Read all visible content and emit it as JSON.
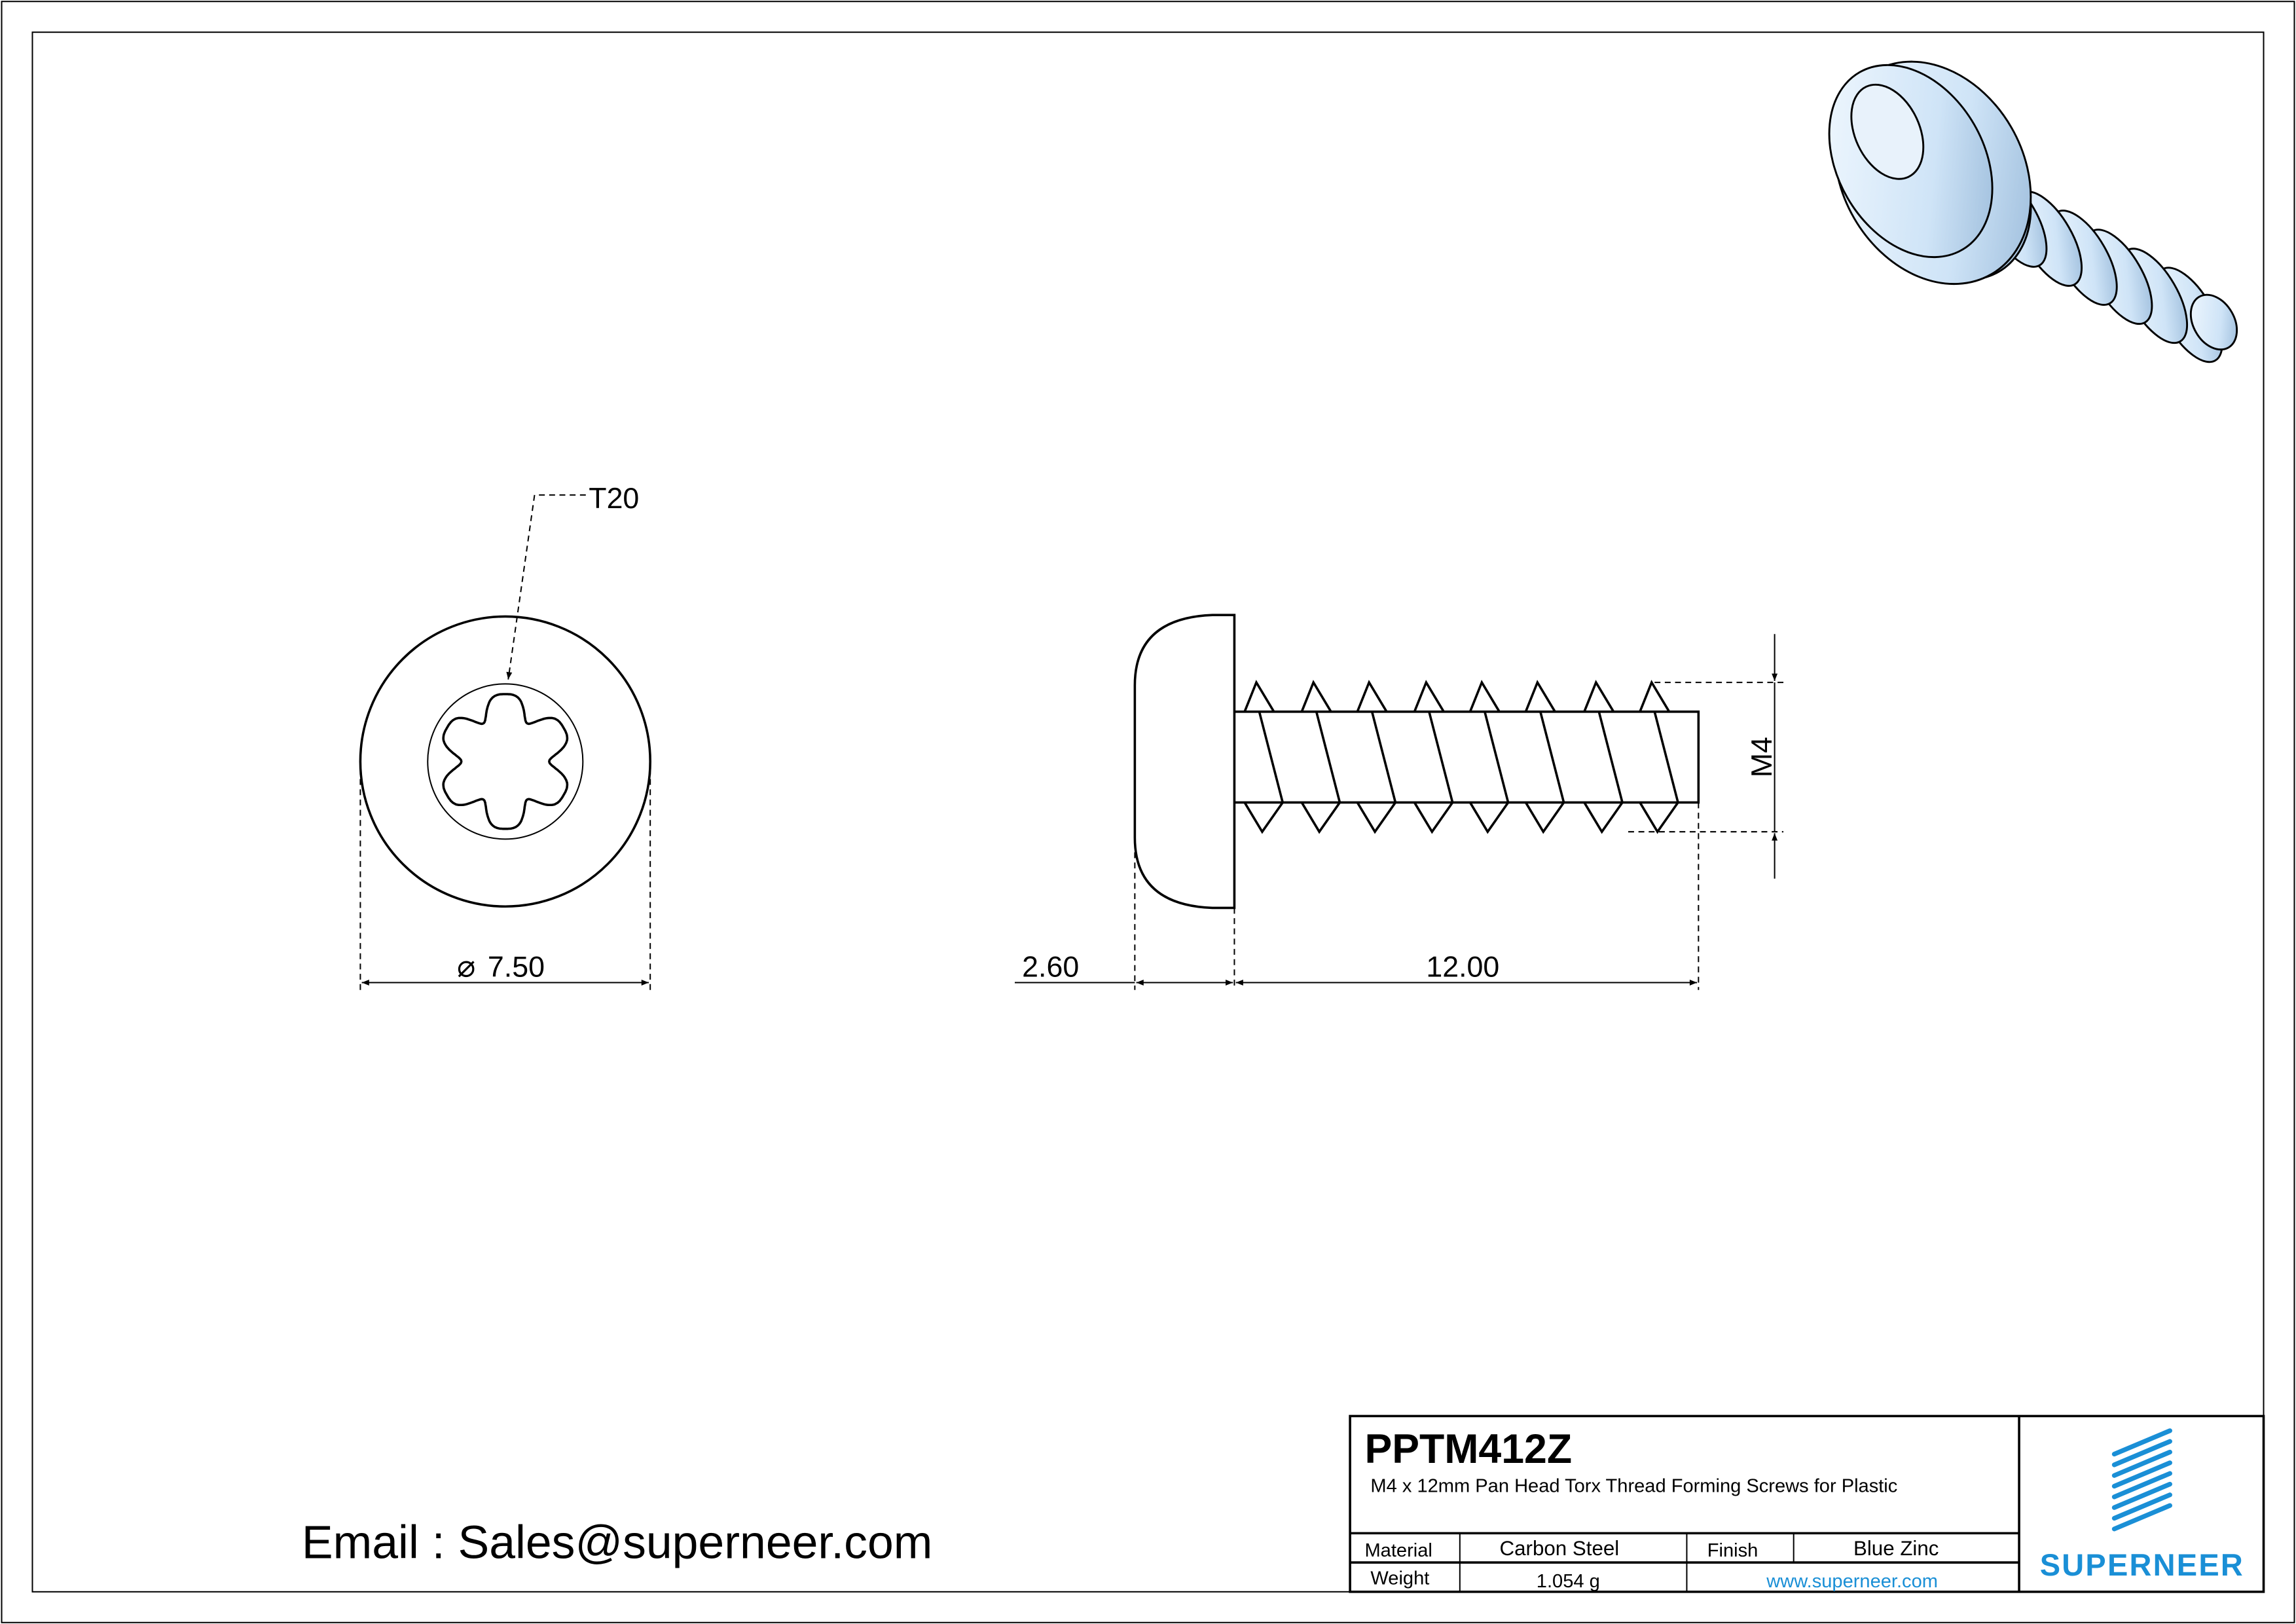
{
  "drawing": {
    "front_view": {
      "drive_label": "T20",
      "diameter_label": "7.50",
      "diameter_symbol": "⌀"
    },
    "side_view": {
      "head_height_label": "2.60",
      "length_label": "12.00",
      "thread_label": "M4"
    },
    "email": "Email : Sales@superneer.com"
  },
  "title_block": {
    "part_number": "PPTM412Z",
    "description": "M4 x 12mm Pan Head Torx Thread Forming Screws for Plastic",
    "material_label": "Material",
    "material_value": "Carbon Steel",
    "finish_label": "Finish",
    "finish_value": "Blue Zinc",
    "weight_label": "Weight",
    "weight_value": "1.054 g",
    "website": "www.superneer.com",
    "logo_text": "SUPERNEER"
  },
  "colors": {
    "brand": "#1a8fd6",
    "screw_fill": "#dfeefa"
  }
}
